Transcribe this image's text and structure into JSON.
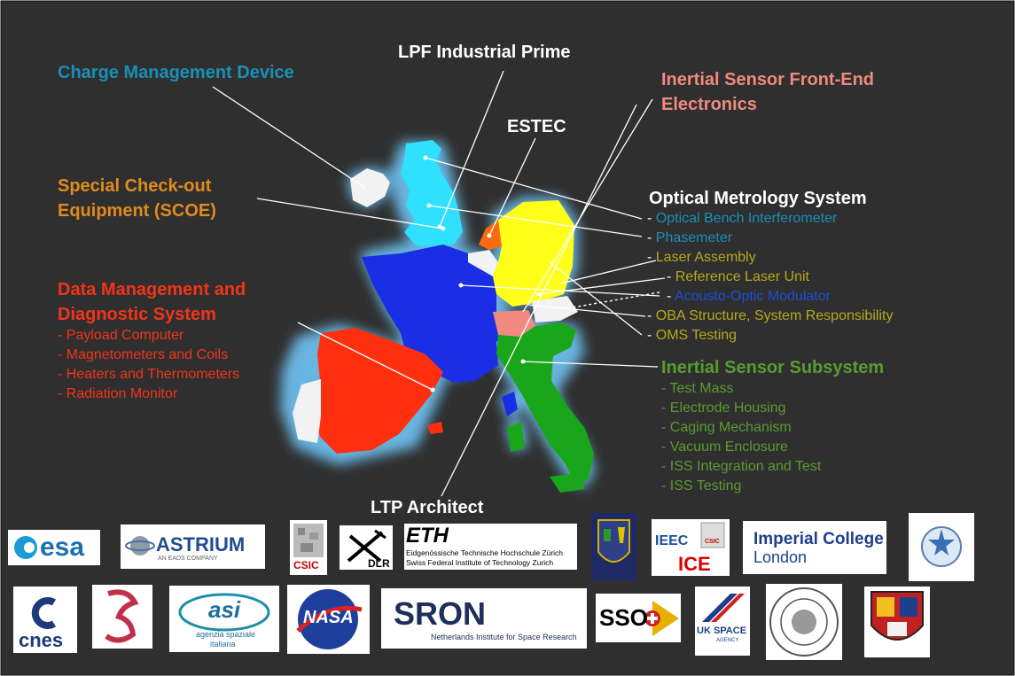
{
  "labels": {
    "charge": "Charge Management Device",
    "lpf": "LPF Industrial Prime",
    "estec": "ESTEC",
    "isfee1": "Inertial Sensor Front-End",
    "isfee2": "Electronics",
    "scoe1": "Special Check-out",
    "scoe2": "Equipment (SCOE)",
    "oms": "Optical Metrology System",
    "dmd1": "Data Management and",
    "dmd2": "Diagnostic System",
    "iss": "Inertial Sensor Subsystem",
    "ltp": "LTP Architect"
  },
  "oms_items": [
    "Optical Bench Interferometer",
    "Phasemeter",
    "Laser Assembly",
    "Reference Laser Unit",
    "Acousto-Optic Modulator",
    "OBA Structure, System Responsibility",
    "OMS Testing"
  ],
  "dmd_items": [
    "- Payload Computer",
    "- Magnetometers and Coils",
    "- Heaters and Thermometers",
    "- Radiation Monitor"
  ],
  "iss_items": [
    "Test Mass",
    "Electrode Housing",
    "Caging Mechanism",
    "Vacuum Enclosure",
    "ISS Integration and Test",
    "ISS Testing"
  ],
  "logos": {
    "esa": "esa",
    "astrium": "ASTRIUM",
    "astrium_sub": "AN EADS COMPANY",
    "csic": "CSIC",
    "dlr": "DLR",
    "eth": "ETH",
    "eth_l1": "Eidgenössische Technische Hochschule Zürich",
    "eth_l2": "Swiss Federal Institute of Technology Zurich",
    "ieec": "IEEC",
    "ieec_csic": "CSIC",
    "ice": "ICE",
    "imperial1": "Imperial College",
    "imperial2": "London",
    "cnes": "cnes",
    "asi": "asi",
    "asi_l1": "agenzia spaziale",
    "asi_l2": "italiana",
    "nasa": "NASA",
    "sron": "SRON",
    "sron_sub": "Netherlands Institute for Space Research",
    "sso": "SSO",
    "ukspace": "UK SPACE",
    "ukspace_sub": "AGENCY"
  },
  "colors": {
    "background": "#2f2f2f",
    "charge": "#1a8fb7",
    "white": "#ffffff",
    "salmon": "#ef8a80",
    "scoe": "#e08b1c",
    "dmd": "#f2341a",
    "olive": "#b5a91c",
    "blue_item": "#1d6fb8",
    "iss": "#5a9a32",
    "uk": "#2fe0ff",
    "ireland": "#f2f2f2",
    "france": "#1a2ee6",
    "germany": "#ffff1a",
    "spain": "#ff3010",
    "italy": "#1aa61a",
    "swiss": "#f08a80",
    "netherlands": "#ff6a10",
    "glow": "#6fc4f5"
  }
}
